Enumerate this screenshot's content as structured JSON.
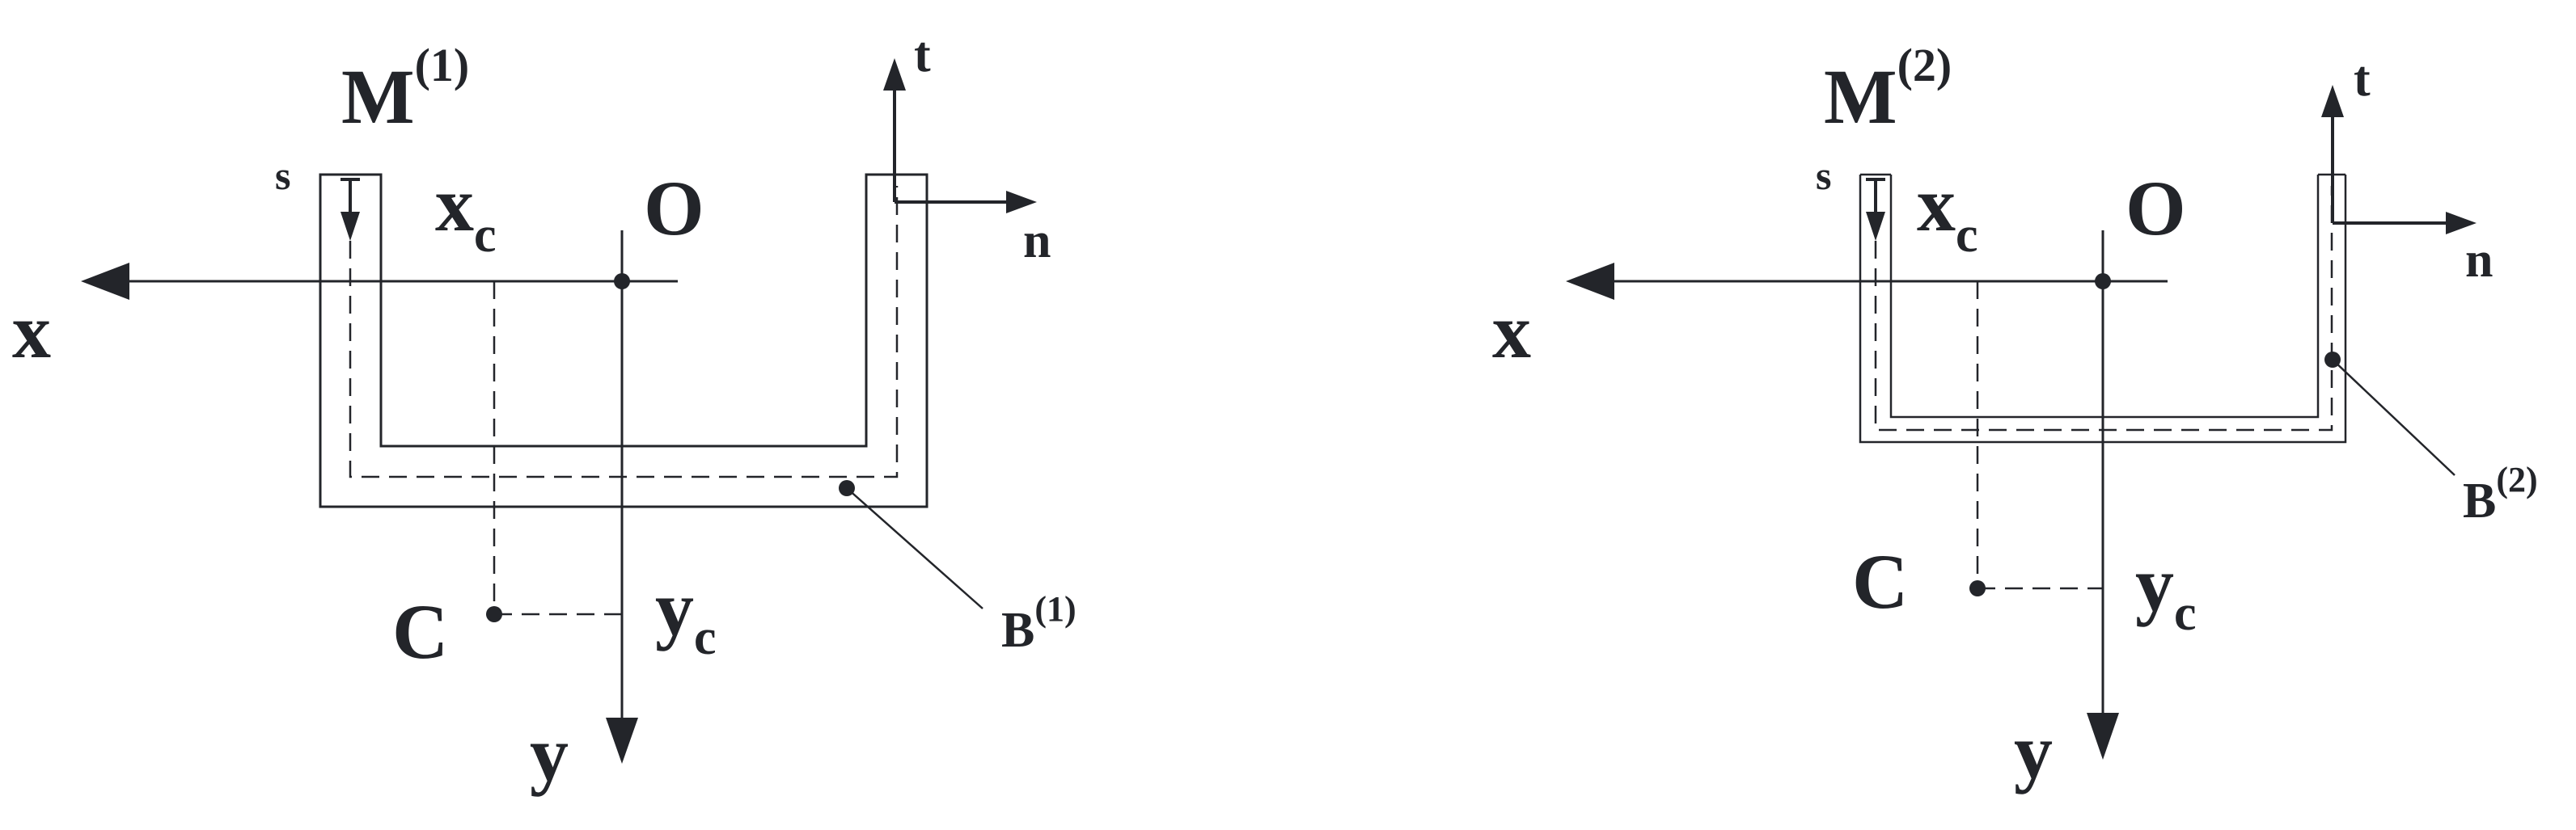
{
  "colors": {
    "ink": "#23252a",
    "background": "#ffffff"
  },
  "panels": [
    {
      "id": "panel-1",
      "section_label": "M",
      "section_sup": "(1)",
      "t_axis": "t",
      "n_axis": "n",
      "s_coord": "s",
      "xc_main": "x",
      "xc_sub": "c",
      "origin": "O",
      "x_axis": "x",
      "y_axis": "y",
      "centroid": "C",
      "yc_main": "y",
      "yc_sub": "c",
      "point_main": "B",
      "point_sup": "(1)"
    },
    {
      "id": "panel-2",
      "section_label": "M",
      "section_sup": "(2)",
      "t_axis": "t",
      "n_axis": "n",
      "s_coord": "s",
      "xc_main": "x",
      "xc_sub": "c",
      "origin": "O",
      "x_axis": "x",
      "y_axis": "y",
      "centroid": "C",
      "yc_main": "y",
      "yc_sub": "c",
      "point_main": "B",
      "point_sup": "(2)"
    }
  ]
}
